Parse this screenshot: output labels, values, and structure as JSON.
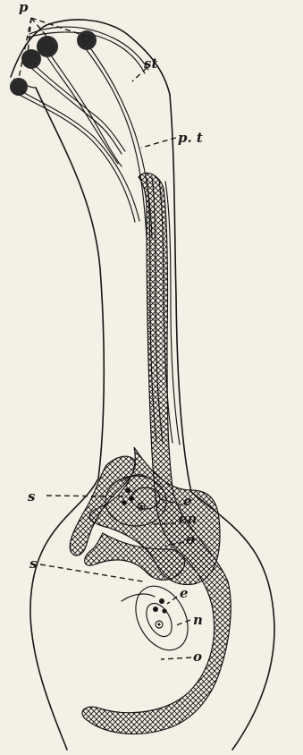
{
  "figure": {
    "background_color": "#f4f0e5",
    "ink_color": "#161616",
    "labels": {
      "pollen": "p",
      "stigma": "st",
      "pollen_tube": "p. t",
      "synergids_upper": "s",
      "egg_upper": "e",
      "endosperm_nucleus": "en",
      "ovule_upper": "o",
      "synergids_lower": "s",
      "egg_lower": "e",
      "nucellus": "n",
      "ovule_lower": "o"
    }
  }
}
